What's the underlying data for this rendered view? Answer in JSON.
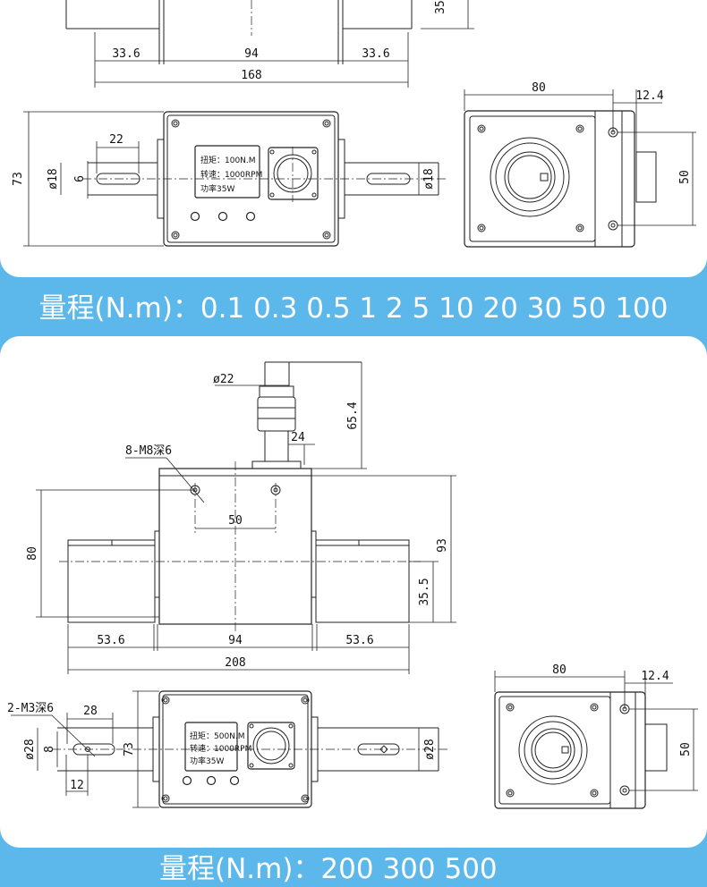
{
  "top_drawing": {
    "front": {
      "dim_left": "33.6",
      "dim_center": "94",
      "dim_right": "33.6",
      "dim_total": "168",
      "dim_partial": "35"
    },
    "plan": {
      "height": "73",
      "shaft_dia_left": "ø18",
      "shaft_dia_right": "ø18",
      "key_width": "6",
      "key_length": "22",
      "label_lines": [
        "扭矩：100N.M",
        "转速：1000RPM",
        "功率35W"
      ]
    },
    "side": {
      "width": "80",
      "offset": "12.4",
      "hole_spacing": "50"
    }
  },
  "band_top": {
    "text": "量程(N.m)：0.1  0.3  0.5  1  2  5  10   20  30  50  100"
  },
  "bottom_drawing": {
    "front": {
      "thread_note": "8-M8深6",
      "cable_dia": "ø22",
      "cable_height": "65.4",
      "connector": "24",
      "hole_spacing": "50",
      "height_left": "80",
      "height_right": "93",
      "axis_height": "35.5",
      "dim_left": "53.6",
      "dim_center": "94",
      "dim_right": "53.6",
      "dim_total": "208"
    },
    "plan": {
      "thread_note": "2-M3深6",
      "key_length": "28",
      "shaft_dia_left": "ø28",
      "key_width": "8",
      "key_offset": "12",
      "height": "73",
      "shaft_dia_right": "ø28",
      "label_lines": [
        "扭矩：500N.M",
        "转速：1000RPM",
        "功率35W"
      ]
    },
    "side": {
      "width": "80",
      "offset": "12.4",
      "hole_spacing": "50"
    }
  },
  "band_bottom": {
    "text": "量程(N.m)：200  300  500"
  }
}
